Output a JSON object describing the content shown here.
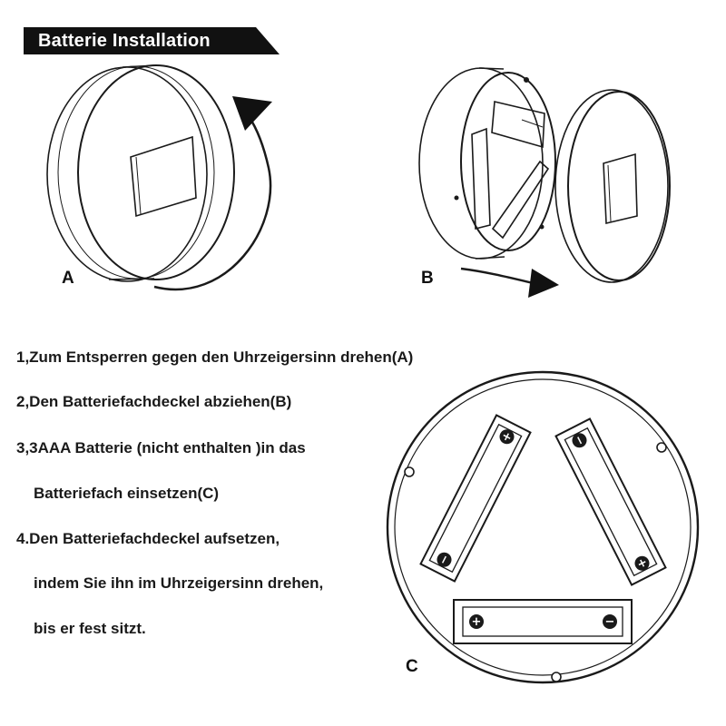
{
  "title": "Batterie Installation",
  "labels": {
    "a": "A",
    "b": "B",
    "c": "C"
  },
  "instructions": [
    "1,Zum Entsperren gegen den Uhrzeigersinn drehen(A)",
    "2,Den Batteriefachdeckel abziehen(B)",
    "3,3AAA Batterie (nicht enthalten )in das",
    "Batteriefach einsetzen(C)",
    "4.Den Batteriefachdeckel aufsetzen,",
    "indem Sie ihn im Uhrzeigersinn drehen,",
    "bis er fest sitzt."
  ],
  "polarity": {
    "plus": "+",
    "minus": "−"
  },
  "colors": {
    "ink": "#1a1a1a",
    "banner": "#111111",
    "background": "#ffffff"
  }
}
